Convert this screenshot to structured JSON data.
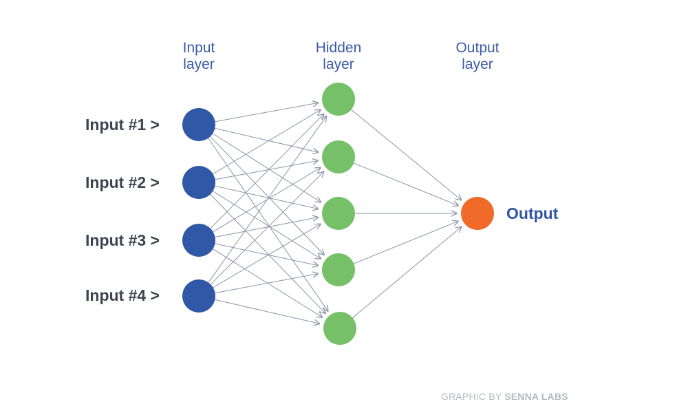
{
  "layers": {
    "input": {
      "title_line1": "Input",
      "title_line2": "layer",
      "color": "#2f58a6",
      "nodes": [
        {
          "label": "Input #1 >"
        },
        {
          "label": "Input #2 >"
        },
        {
          "label": "Input #3 >"
        },
        {
          "label": "Input #4 >"
        }
      ]
    },
    "hidden": {
      "title_line1": "Hidden",
      "title_line2": "layer",
      "color": "#76c068",
      "node_count": 5
    },
    "output": {
      "title_line1": "Output",
      "title_line2": "layer",
      "color": "#f06a2a",
      "node_label": "Output"
    }
  },
  "connections": {
    "input_to_hidden": "all-to-all",
    "hidden_to_output": "all-to-one",
    "color": "#8b93a6",
    "arrowheads": true
  },
  "credit": {
    "prefix": "GRAPHIC BY ",
    "brand": "SENNA LABS"
  }
}
